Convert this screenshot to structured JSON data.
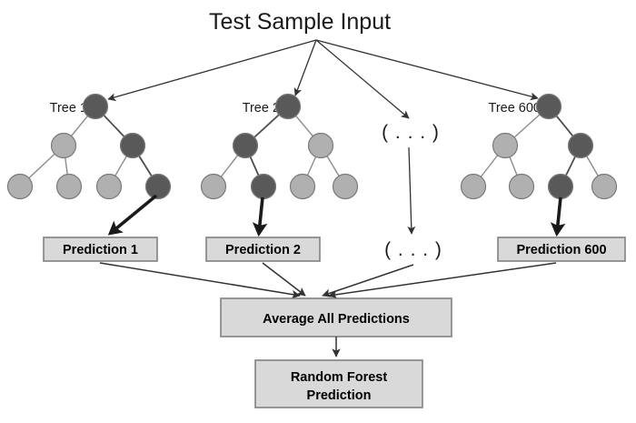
{
  "diagram": {
    "title": "Test Sample Input",
    "trees": [
      {
        "label": "Tree 1",
        "prediction_label": "Prediction 1",
        "nodes": {
          "root": "dark",
          "level2": [
            "light",
            "dark"
          ],
          "leaves": [
            "light",
            "light",
            "light",
            "dark"
          ]
        },
        "highlight_path": [
          "root",
          "level2-right",
          "leaf-4"
        ]
      },
      {
        "label": "Tree 2",
        "prediction_label": "Prediction 2",
        "nodes": {
          "root": "dark",
          "level2": [
            "dark",
            "light"
          ],
          "leaves": [
            "light",
            "dark",
            "light",
            "light"
          ]
        },
        "highlight_path": [
          "root",
          "level2-left",
          "leaf-2"
        ]
      },
      {
        "label": "Tree 600",
        "prediction_label": "Prediction 600",
        "nodes": {
          "root": "dark",
          "level2": [
            "light",
            "dark"
          ],
          "leaves": [
            "light",
            "light",
            "dark",
            "light"
          ]
        },
        "highlight_path": [
          "root",
          "level2-right",
          "leaf-3"
        ]
      }
    ],
    "ellipsis_tree": "( . . . )",
    "ellipsis_prediction": "( . . . )",
    "average_box": "Average All Predictions",
    "result_box_line1": "Random Forest",
    "result_box_line2": "Prediction",
    "colors": {
      "node_light": "#b0b0b0",
      "node_dark": "#595959",
      "box_fill": "#d9d9d9",
      "box_stroke": "#808080",
      "arrow": "#333333",
      "background": "#ffffff"
    }
  }
}
